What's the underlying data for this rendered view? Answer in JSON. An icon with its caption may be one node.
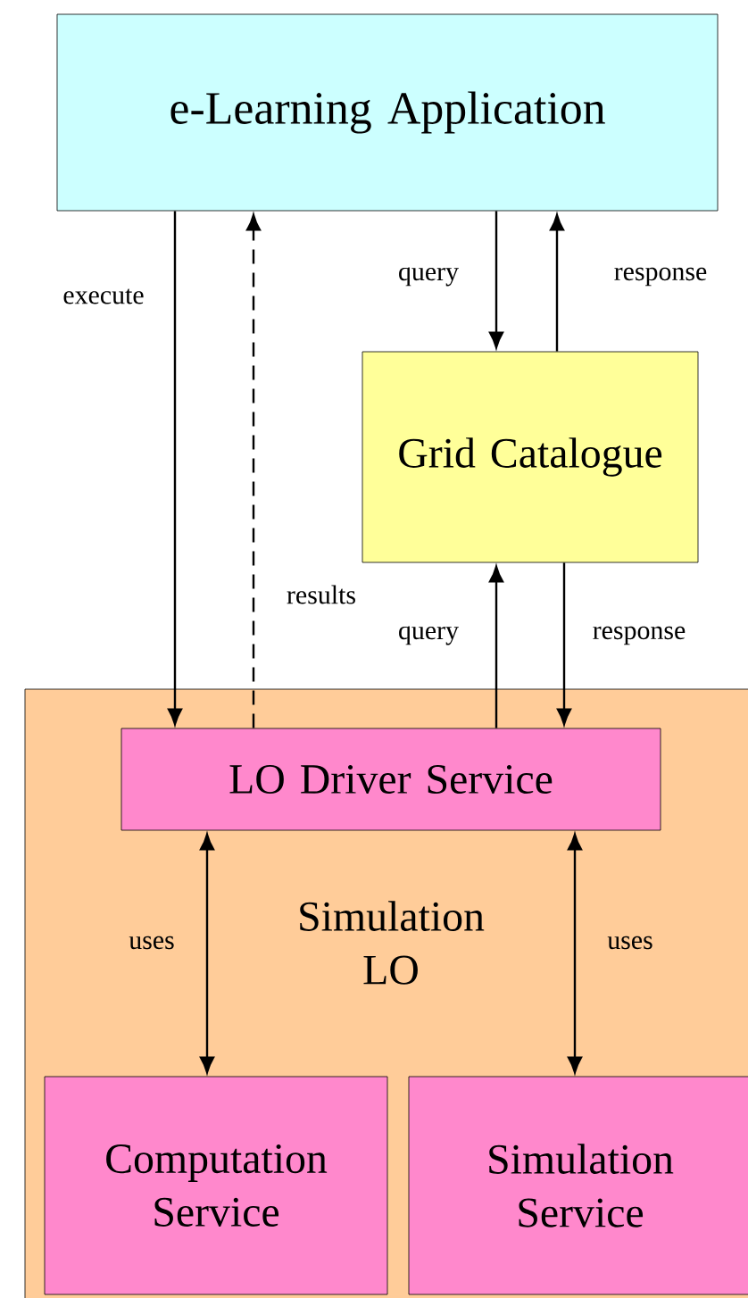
{
  "diagram": {
    "nodes": [
      {
        "text": [
          "e-Learning Application"
        ]
      },
      {
        "text": [
          "Grid Catalogue"
        ]
      },
      {
        "text": [
          "Simulation LO"
        ]
      },
      {
        "text": [
          "LO Driver Service"
        ],
        "in": 2
      },
      {
        "text": [
          "Computation Service"
        ],
        "in": 2
      },
      {
        "text": [
          "Simulation Service"
        ],
        "in": 2
      }
    ],
    "edges": [
      {
        "from": 0,
        "to": 3,
        "arrow": "to",
        "label": "execute"
      },
      {
        "from": 3,
        "to": 0,
        "arrow": "to",
        "label": "results",
        "style": "dashed"
      },
      {
        "from": 0,
        "to": 1,
        "arrow": "to",
        "label": "query"
      },
      {
        "from": 1,
        "to": 0,
        "arrow": "to",
        "label": "response"
      },
      {
        "from": 3,
        "to": 1,
        "arrow": "to",
        "label": "query"
      },
      {
        "from": 1,
        "to": 3,
        "arrow": "to",
        "label": "response"
      },
      {
        "from": 3,
        "to": 4,
        "arrow": "both",
        "label": "uses"
      },
      {
        "from": 3,
        "to": 5,
        "arrow": "both",
        "label": "uses"
      }
    ]
  }
}
